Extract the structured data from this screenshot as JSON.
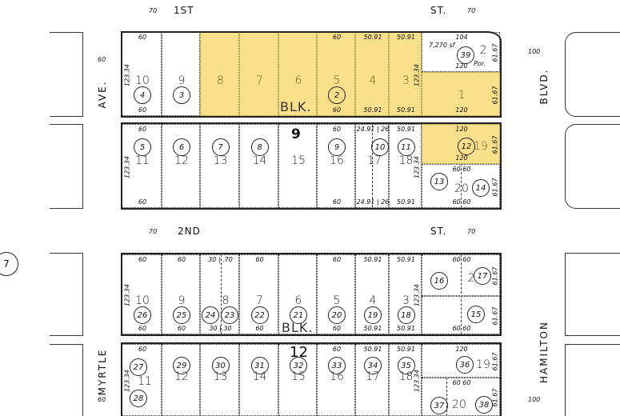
{
  "streets": {
    "first": "1ST",
    "first_suffix": "ST.",
    "second": "2ND",
    "second_suffix": "ST.",
    "ave": "AVE.",
    "blvd": "BLVD.",
    "myrtle": "MYRTLE",
    "hamilton": "HAMILTON",
    "widths": {
      "first_w": "70",
      "first_e": "70",
      "second_w": "70",
      "second_e": "70",
      "ave_n": "60",
      "blvd_n": "100",
      "myrtle_s": "60",
      "hamilton_s": "100"
    }
  },
  "external_parcel": "7",
  "highlight_color": "#fbe08c",
  "blocks": {
    "b9": {
      "label": "9",
      "blk": "BLK."
    },
    "b12": {
      "label": "12",
      "blk": "BLK."
    }
  },
  "lots": {
    "b9n": [
      {
        "lot": "10",
        "parcels": [
          "4"
        ],
        "top": "60",
        "bottom": "60",
        "side": "123.34"
      },
      {
        "lot": "9",
        "parcels": [
          "3"
        ]
      },
      {
        "lot": "8",
        "parcels": [],
        "hl": true
      },
      {
        "lot": "7",
        "parcels": [],
        "hl": true
      },
      {
        "lot": "6",
        "parcels": [],
        "hl": true
      },
      {
        "lot": "5",
        "parcels": [
          "2"
        ],
        "top": "60",
        "bottom": "60",
        "hl": true
      },
      {
        "lot": "4",
        "parcels": [],
        "top": "50.91",
        "bottom": "50.91",
        "hl": true
      },
      {
        "lot": "3",
        "parcels": [],
        "top": "50.91",
        "bottom": "50.91",
        "hl": true,
        "side": "123.34"
      },
      {
        "lot": "2",
        "parcels": [
          "39"
        ],
        "top": "104",
        "bottom": "120",
        "note": "7,270 sf",
        "por": "Por.",
        "side": "61.67"
      },
      {
        "lot": "1",
        "parcels": [],
        "bottom": "120",
        "hl": true,
        "side": "61.67"
      }
    ],
    "b9s": [
      {
        "lot": "11",
        "parcels": [
          "5"
        ],
        "top": "60",
        "bottom": "60",
        "side": "123.34"
      },
      {
        "lot": "12",
        "parcels": [
          "6"
        ]
      },
      {
        "lot": "13",
        "parcels": [
          "7"
        ]
      },
      {
        "lot": "14",
        "parcels": [
          "8"
        ]
      },
      {
        "lot": "15",
        "parcels": []
      },
      {
        "lot": "16",
        "parcels": [
          "9"
        ],
        "top": "60",
        "bottom": "60"
      },
      {
        "lot": "17",
        "parcels": [
          "10"
        ],
        "top": "24.91 | 26",
        "bottom": "24.91 | 26"
      },
      {
        "lot": "18",
        "parcels": [
          "11"
        ],
        "top": "50.91",
        "bottom": "50.91",
        "side": "123.34"
      },
      {
        "lot": "19",
        "parcels": [
          "12"
        ],
        "top": "120",
        "bottom": "120",
        "hl": true,
        "side": "61.67"
      },
      {
        "lot": "20",
        "parcels": [
          "13",
          "14"
        ],
        "top": "60    60",
        "bottom": "60    60",
        "side": "61.67"
      }
    ],
    "b12n": [
      {
        "lot": "10",
        "parcels": [
          "26"
        ],
        "top": "60",
        "bottom": "60",
        "side": "123.34"
      },
      {
        "lot": "9",
        "parcels": [
          "25"
        ],
        "top": "60",
        "bottom": "60"
      },
      {
        "lot": "8",
        "parcels": [
          "24",
          "23"
        ],
        "top": "30 | .70",
        "bottom": "30 | 30"
      },
      {
        "lot": "7",
        "parcels": [
          "22"
        ],
        "top": "60",
        "bottom": "60"
      },
      {
        "lot": "6",
        "parcels": [
          "21"
        ]
      },
      {
        "lot": "5",
        "parcels": [
          "20"
        ],
        "top": "60",
        "bottom": "60"
      },
      {
        "lot": "4",
        "parcels": [
          "19"
        ],
        "top": "50.91",
        "bottom": "50.91"
      },
      {
        "lot": "3",
        "parcels": [
          "18"
        ],
        "top": "50.91",
        "bottom": "50.91",
        "side": "123.34"
      },
      {
        "lot": "2",
        "parcels": [
          "16",
          "17"
        ],
        "top": "60    60",
        "side": "61.67"
      },
      {
        "parcels": [
          "15"
        ],
        "bottom": "60    60",
        "side": "61.67"
      }
    ],
    "b12s": [
      {
        "lot": "11",
        "parcels": [
          "27",
          "28"
        ],
        "top": "60",
        "side": "123.34"
      },
      {
        "lot": "12",
        "parcels": [
          "29"
        ]
      },
      {
        "lot": "13",
        "parcels": [
          "30"
        ]
      },
      {
        "lot": "14",
        "parcels": [
          "31"
        ]
      },
      {
        "lot": "15",
        "parcels": [
          "32"
        ]
      },
      {
        "lot": "16",
        "parcels": [
          "33"
        ],
        "top": "60"
      },
      {
        "lot": "17",
        "parcels": [
          "34"
        ],
        "top": "50.91"
      },
      {
        "lot": "18",
        "parcels": [
          "35"
        ],
        "top": "50.91",
        "side": "123.34"
      },
      {
        "lot": "19",
        "parcels": [
          "36"
        ],
        "top": "120",
        "side": "61.67"
      },
      {
        "lot": "20",
        "parcels": [
          "37",
          "38"
        ],
        "top": "60    60",
        "side": "61.67"
      }
    ]
  }
}
